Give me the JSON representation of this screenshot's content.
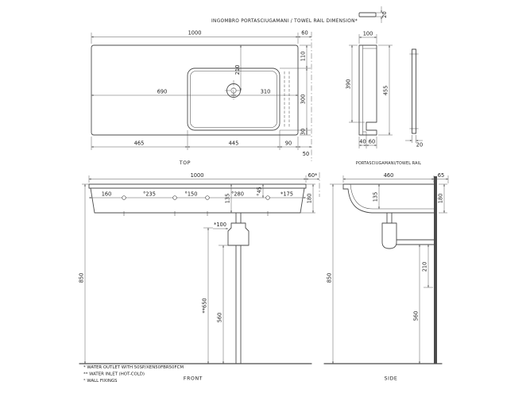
{
  "title": "INGOMBRO PORTASCIUGAMANI / TOWEL RAIL DIMENSION*",
  "views": {
    "top": {
      "label": "TOP",
      "dims": {
        "overall_width": "1000",
        "rail_gap_top": "60",
        "basin_top_inset": "110",
        "tap_from_front": "210",
        "tap_from_left": "690",
        "tap_from_right": "310",
        "basin_length": "300",
        "basin_bottom_inset": "30",
        "bottom_left": "465",
        "bottom_center": "445",
        "bottom_right": "90",
        "rail_gap_bottom": "50"
      }
    },
    "rail": {
      "label": "PORTASCIUGAMANI/TOWEL RAIL",
      "dims": {
        "plan_thickness": "20",
        "bracket_depth": "100",
        "bracket_height": "390",
        "overall_height": "455",
        "foot_front": "40",
        "foot_back": "60",
        "bar_thickness": "20"
      }
    },
    "front": {
      "label": "FRONT",
      "dims": {
        "overall_width": "1000",
        "rail_gap": "60*",
        "fix_1": "160",
        "fix_2": "°235",
        "fix_3": "°150",
        "fix_4": "°280",
        "depth_to_holes": "135",
        "hole_drop": "°45",
        "inlet_from_edge": "*175",
        "front_height": "180",
        "outlet_offset": "*100",
        "rim_height": "850",
        "inlet_height": "**650",
        "outlet_height": "560"
      }
    },
    "side": {
      "label": "SIDE",
      "dims": {
        "overall_depth": "460",
        "rail_gap": "65",
        "bowl_depth": "135",
        "front_height": "180",
        "trap_length": "210",
        "rim_height": "850",
        "outlet_height": "560"
      }
    }
  },
  "notes": [
    "* WATER OUTLET WITH 50SP/XEN50FBR50FCM",
    "** WATER INLET  (HOT-COLD)",
    "° WALL FIXINGS"
  ],
  "colors": {
    "line": "#4b4b4b",
    "text": "#1c1c1c",
    "background": "#ffffff"
  }
}
